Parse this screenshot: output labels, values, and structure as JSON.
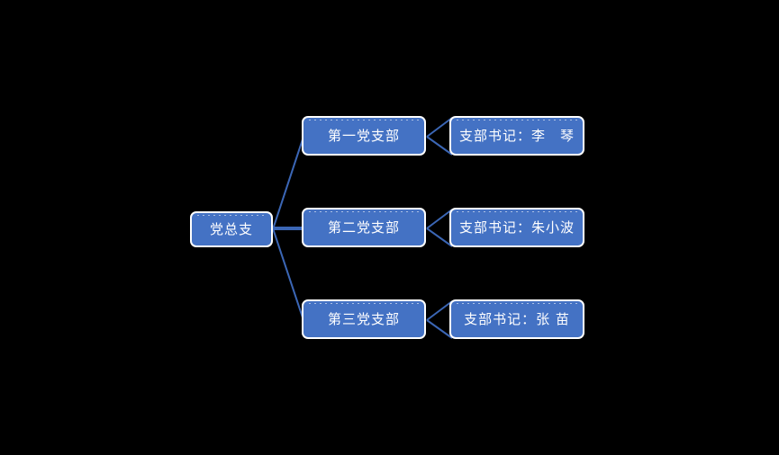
{
  "diagram": {
    "type": "organization-chart",
    "background_color": "#000000",
    "node_fill_color": "#4472C4",
    "node_border_color": "#FFFFFF",
    "connector_color": "#4472C4",
    "text_color": "#FFFFFF",
    "root": {
      "label": "党总支"
    },
    "branches": [
      {
        "label": "第一党支部",
        "leaf": {
          "label": "支部书记：李　琴"
        }
      },
      {
        "label": "第二党支部",
        "leaf": {
          "label": "支部书记：朱小波"
        }
      },
      {
        "label": "第三党支部",
        "leaf": {
          "label": "支部书记：张 苗"
        }
      }
    ]
  }
}
